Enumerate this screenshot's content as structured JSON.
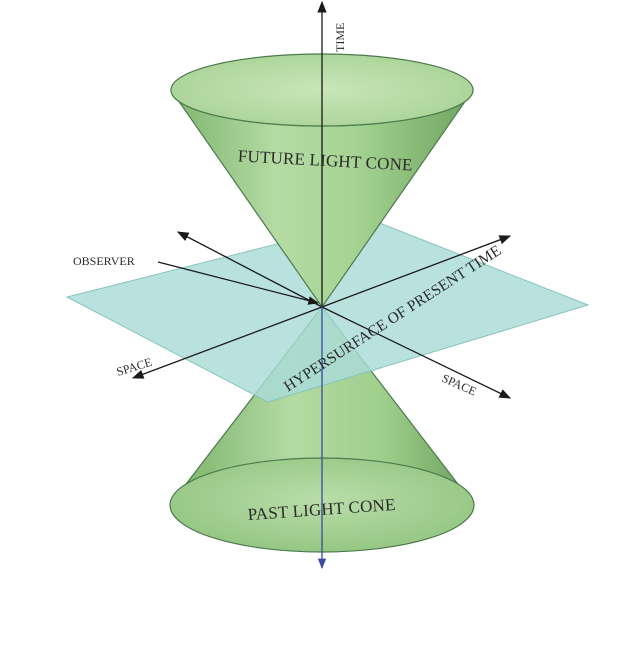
{
  "labels": {
    "time": "TIME",
    "future_cone": "FUTURE LIGHT CONE",
    "observer": "OBSERVER",
    "hypersurface": "HYPERSURFACE OF PRESENT TIME",
    "space_left": "SPACE",
    "space_right": "SPACE",
    "past_cone": "PAST LIGHT CONE"
  },
  "colors": {
    "cone_fill": "#9ccc8c",
    "cone_edge": "#4d7a4d",
    "plane_fill": "#a9dcd8",
    "axis": "#1a1a1a",
    "time_arrow_bottom": "#3b4aa0"
  }
}
